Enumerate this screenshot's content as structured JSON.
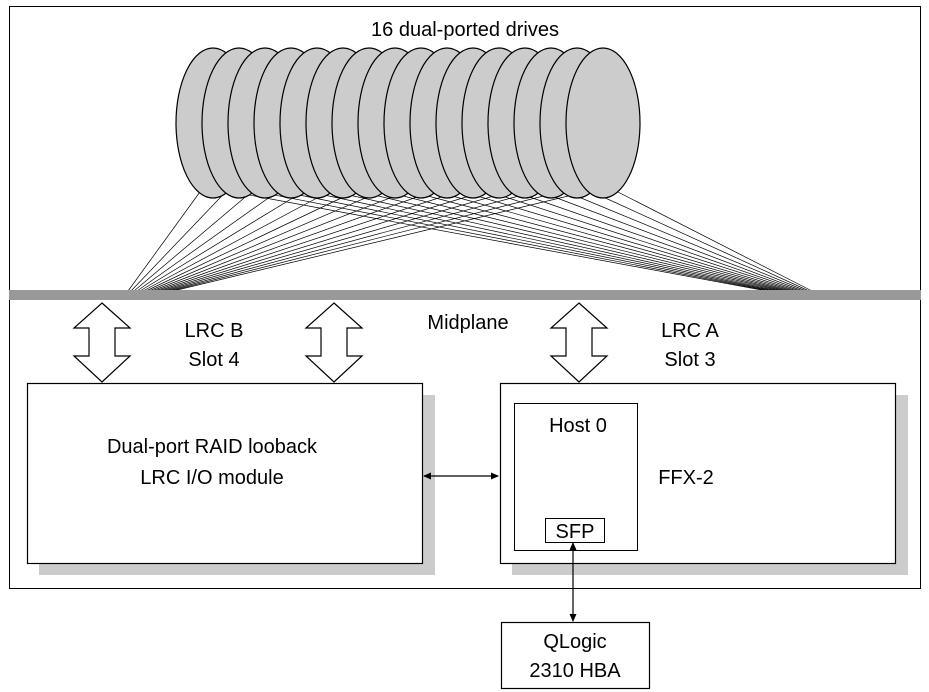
{
  "title": "16 dual-ported drives",
  "drive_count": 16,
  "midplane_label": "Midplane",
  "lrc_b": {
    "line1": "LRC B",
    "line2": "Slot 4"
  },
  "lrc_a": {
    "line1": "LRC A",
    "line2": "Slot 3"
  },
  "left_module": {
    "line1": "Dual-port RAID looback",
    "line2": "LRC I/O module"
  },
  "host_label": "Host 0",
  "sfp_label": "SFP",
  "ffx_label": "FFX-2",
  "hba": {
    "line1": "QLogic",
    "line2": "2310 HBA"
  },
  "colors": {
    "drive_fill": "#cccccc",
    "midplane": "#999999",
    "shadow": "#cccccc",
    "stroke": "#000000"
  }
}
